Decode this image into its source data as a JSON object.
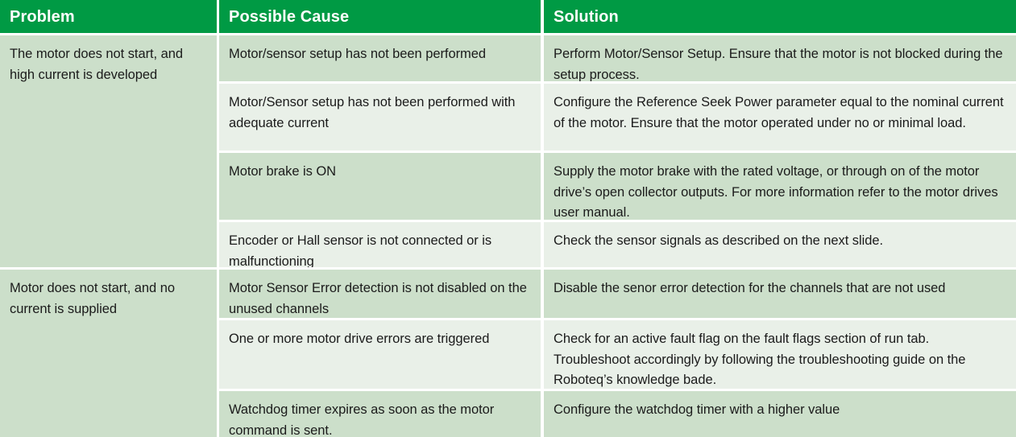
{
  "table": {
    "columns": [
      {
        "key": "problem",
        "label": "Problem"
      },
      {
        "key": "cause",
        "label": "Possible Cause"
      },
      {
        "key": "solution",
        "label": "Solution"
      }
    ],
    "header": {
      "background_color": "#009A44",
      "text_color": "#FFFFFF"
    },
    "row_tints": {
      "dark": "#CCDFCA",
      "light": "#E9F0E8"
    },
    "groups": [
      {
        "problem": "The motor does not start, and high current is developed",
        "rows": [
          {
            "cause": "Motor/sensor setup has not been performed",
            "solution": "Perform Motor/Sensor Setup. Ensure that the motor is not blocked during the setup process.",
            "tint": "dark"
          },
          {
            "cause": "Motor/Sensor setup has not been performed with adequate current",
            "solution": "Configure the Reference Seek Power parameter equal to the nominal current of the motor. Ensure that the motor operated under no or minimal load.",
            "tint": "light"
          },
          {
            "cause": "Motor brake is ON",
            "solution": "Supply the motor brake with the rated voltage, or through on of the motor drive’s open collector outputs. For more information refer to the motor drives user manual.",
            "tint": "dark"
          },
          {
            "cause": "Encoder or Hall sensor is not connected or is malfunctioning",
            "solution": "Check the sensor signals as described on the next slide.",
            "tint": "light"
          }
        ]
      },
      {
        "problem": "Motor does not start, and no current is supplied",
        "rows": [
          {
            "cause": "Motor Sensor Error detection is not disabled on the unused channels",
            "solution": "Disable the senor error detection for the channels that are not used",
            "tint": "dark"
          },
          {
            "cause": "One or more motor drive errors are triggered",
            "solution": "Check for an active fault flag on the fault flags section of run tab. Troubleshoot accordingly by following the troubleshooting guide on the Roboteq’s knowledge bade.",
            "tint": "light"
          },
          {
            "cause": "Watchdog timer expires as soon as the motor command is sent.",
            "solution": "Configure the watchdog timer with a higher value",
            "tint": "dark"
          }
        ]
      }
    ]
  }
}
